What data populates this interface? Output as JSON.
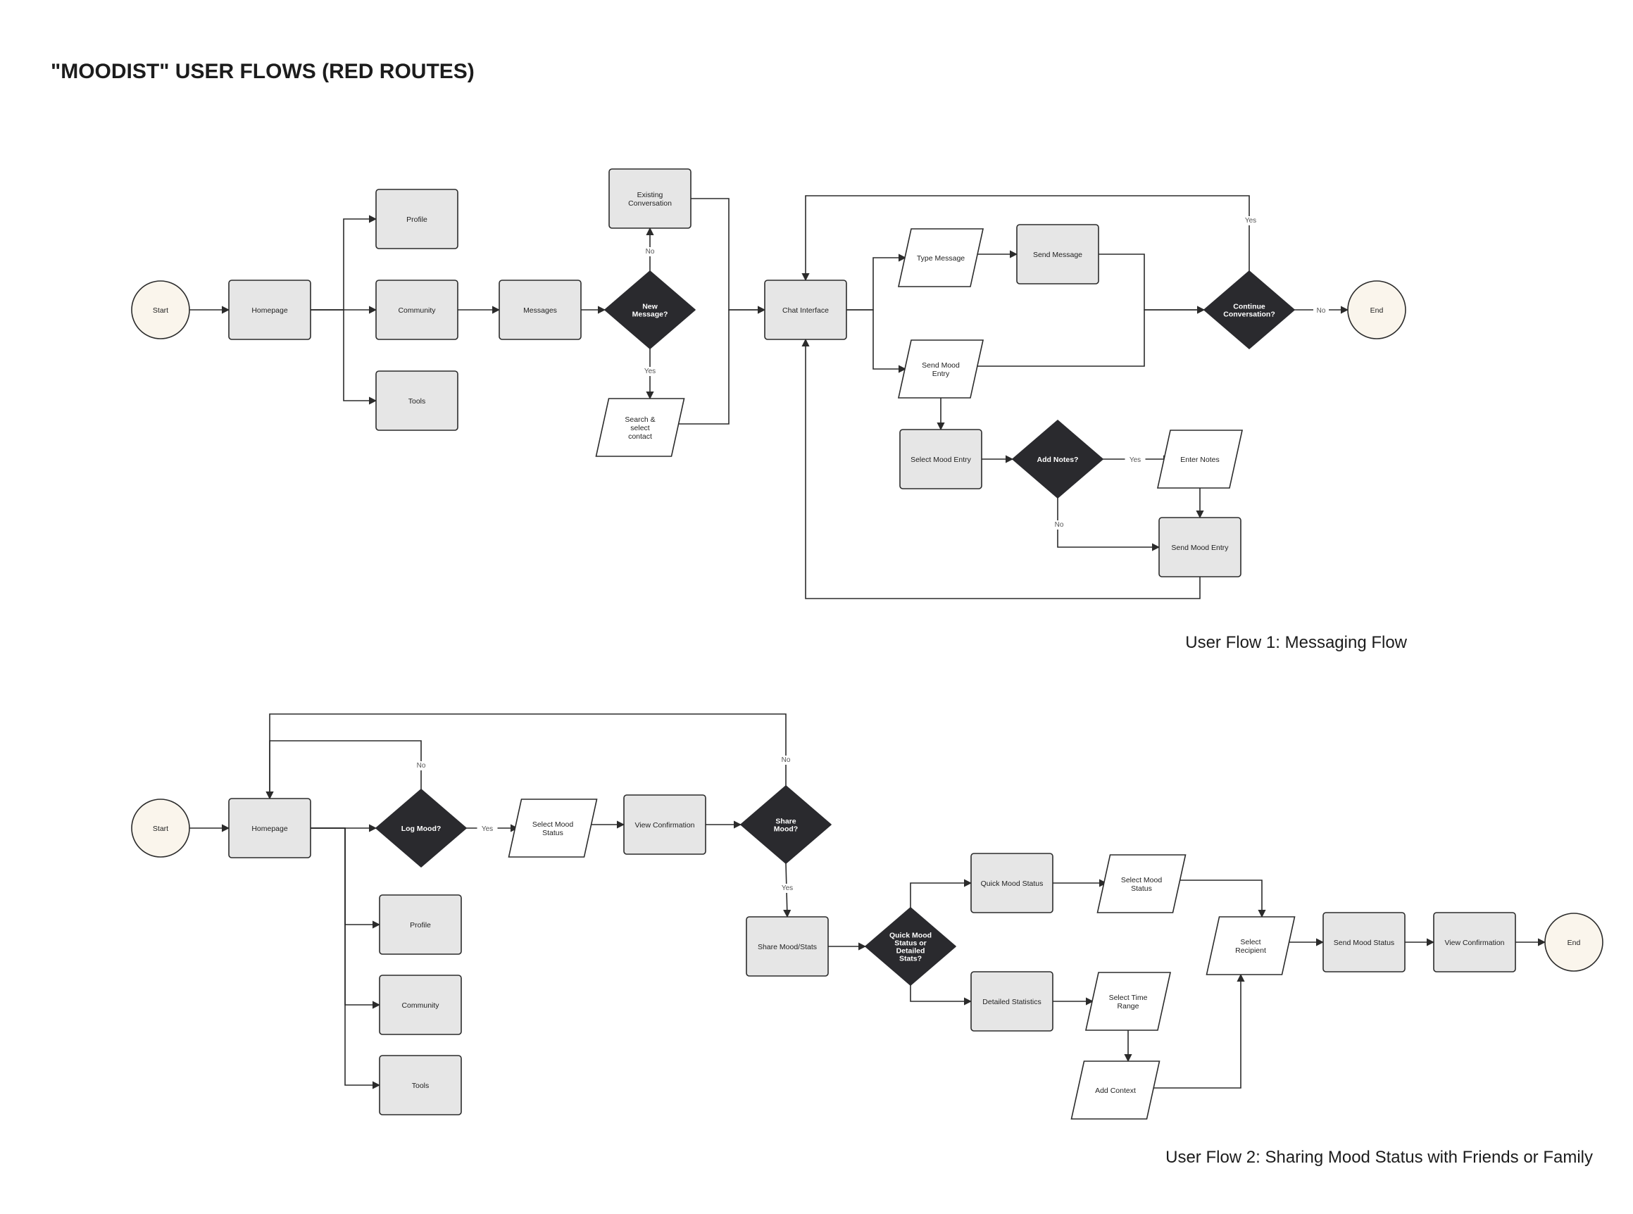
{
  "title": "\"MOODIST\" USER FLOWS (RED ROUTES)",
  "flows": [
    {
      "caption": "User Flow 1: Messaging Flow",
      "nodes": [
        {
          "id": "f1_start",
          "type": "terminal",
          "label": "Start"
        },
        {
          "id": "f1_home",
          "type": "process",
          "label": "Homepage"
        },
        {
          "id": "f1_profile",
          "type": "process",
          "label": "Profile"
        },
        {
          "id": "f1_community",
          "type": "process",
          "label": "Community"
        },
        {
          "id": "f1_tools",
          "type": "process",
          "label": "Tools"
        },
        {
          "id": "f1_messages",
          "type": "process",
          "label": "Messages"
        },
        {
          "id": "f1_newmsg",
          "type": "decision",
          "label": "New Message?"
        },
        {
          "id": "f1_existing",
          "type": "process",
          "label": "Existing Conversation"
        },
        {
          "id": "f1_search",
          "type": "io",
          "label": "Search & select contact"
        },
        {
          "id": "f1_chat",
          "type": "process",
          "label": "Chat Interface"
        },
        {
          "id": "f1_type",
          "type": "io",
          "label": "Type Message"
        },
        {
          "id": "f1_send",
          "type": "process",
          "label": "Send Message"
        },
        {
          "id": "f1_sendmood",
          "type": "io",
          "label": "Send Mood Entry"
        },
        {
          "id": "f1_selectmood",
          "type": "process",
          "label": "Select Mood Entry"
        },
        {
          "id": "f1_addnotes",
          "type": "decision",
          "label": "Add Notes?"
        },
        {
          "id": "f1_enternotes",
          "type": "io",
          "label": "Enter Notes"
        },
        {
          "id": "f1_sendmoodentry",
          "type": "process",
          "label": "Send Mood Entry"
        },
        {
          "id": "f1_continue",
          "type": "decision",
          "label": "Continue Conversation?"
        },
        {
          "id": "f1_end",
          "type": "terminal",
          "label": "End"
        }
      ],
      "edges": [
        {
          "from": "f1_start",
          "to": "f1_home",
          "label": ""
        },
        {
          "from": "f1_home",
          "to": "f1_profile",
          "label": ""
        },
        {
          "from": "f1_home",
          "to": "f1_community",
          "label": ""
        },
        {
          "from": "f1_home",
          "to": "f1_tools",
          "label": ""
        },
        {
          "from": "f1_community",
          "to": "f1_messages",
          "label": ""
        },
        {
          "from": "f1_messages",
          "to": "f1_newmsg",
          "label": ""
        },
        {
          "from": "f1_newmsg",
          "to": "f1_existing",
          "label": "No"
        },
        {
          "from": "f1_newmsg",
          "to": "f1_search",
          "label": "Yes"
        },
        {
          "from": "f1_existing",
          "to": "f1_chat",
          "label": ""
        },
        {
          "from": "f1_search",
          "to": "f1_chat",
          "label": ""
        },
        {
          "from": "f1_chat",
          "to": "f1_type",
          "label": ""
        },
        {
          "from": "f1_chat",
          "to": "f1_sendmood",
          "label": ""
        },
        {
          "from": "f1_type",
          "to": "f1_send",
          "label": ""
        },
        {
          "from": "f1_send",
          "to": "f1_continue",
          "label": ""
        },
        {
          "from": "f1_sendmood",
          "to": "f1_continue",
          "label": ""
        },
        {
          "from": "f1_sendmood",
          "to": "f1_selectmood",
          "label": ""
        },
        {
          "from": "f1_selectmood",
          "to": "f1_addnotes",
          "label": ""
        },
        {
          "from": "f1_addnotes",
          "to": "f1_enternotes",
          "label": "Yes"
        },
        {
          "from": "f1_addnotes",
          "to": "f1_sendmoodentry",
          "label": "No"
        },
        {
          "from": "f1_enternotes",
          "to": "f1_sendmoodentry",
          "label": ""
        },
        {
          "from": "f1_sendmoodentry",
          "to": "f1_chat",
          "label": ""
        },
        {
          "from": "f1_continue",
          "to": "f1_chat",
          "label": "Yes"
        },
        {
          "from": "f1_continue",
          "to": "f1_end",
          "label": "No"
        }
      ]
    },
    {
      "caption": "User Flow 2: Sharing Mood Status with Friends or Family",
      "nodes": [
        {
          "id": "f2_start",
          "type": "terminal",
          "label": "Start"
        },
        {
          "id": "f2_home",
          "type": "process",
          "label": "Homepage"
        },
        {
          "id": "f2_logmood",
          "type": "decision",
          "label": "Log Mood?"
        },
        {
          "id": "f2_selectmoodstatus",
          "type": "io",
          "label": "Select Mood Status"
        },
        {
          "id": "f2_viewconf1",
          "type": "process",
          "label": "View Confirmation"
        },
        {
          "id": "f2_sharemood",
          "type": "decision",
          "label": "Share Mood?"
        },
        {
          "id": "f2_profile",
          "type": "process",
          "label": "Profile"
        },
        {
          "id": "f2_community",
          "type": "process",
          "label": "Community"
        },
        {
          "id": "f2_tools",
          "type": "process",
          "label": "Tools"
        },
        {
          "id": "f2_sharestats",
          "type": "process",
          "label": "Share Mood/Stats"
        },
        {
          "id": "f2_quickordetailed",
          "type": "decision",
          "label": "Quick Mood Status or Detailed Stats?"
        },
        {
          "id": "f2_quickmood",
          "type": "process",
          "label": "Quick Mood Status"
        },
        {
          "id": "f2_selectmoodstatus2",
          "type": "io",
          "label": "Select Mood Status"
        },
        {
          "id": "f2_detailed",
          "type": "process",
          "label": "Detailed Statistics"
        },
        {
          "id": "f2_timerange",
          "type": "io",
          "label": "Select Time Range"
        },
        {
          "id": "f2_addcontext",
          "type": "io",
          "label": "Add Context"
        },
        {
          "id": "f2_recipient",
          "type": "io",
          "label": "Select Recipient"
        },
        {
          "id": "f2_sendstatus",
          "type": "process",
          "label": "Send Mood Status"
        },
        {
          "id": "f2_viewconf2",
          "type": "process",
          "label": "View Confirmation"
        },
        {
          "id": "f2_end",
          "type": "terminal",
          "label": "End"
        }
      ],
      "edges": [
        {
          "from": "f2_start",
          "to": "f2_home",
          "label": ""
        },
        {
          "from": "f2_home",
          "to": "f2_logmood",
          "label": ""
        },
        {
          "from": "f2_home",
          "to": "f2_profile",
          "label": ""
        },
        {
          "from": "f2_home",
          "to": "f2_community",
          "label": ""
        },
        {
          "from": "f2_home",
          "to": "f2_tools",
          "label": ""
        },
        {
          "from": "f2_logmood",
          "to": "f2_selectmoodstatus",
          "label": "Yes"
        },
        {
          "from": "f2_logmood",
          "to": "f2_home",
          "label": "No"
        },
        {
          "from": "f2_selectmoodstatus",
          "to": "f2_viewconf1",
          "label": ""
        },
        {
          "from": "f2_viewconf1",
          "to": "f2_sharemood",
          "label": ""
        },
        {
          "from": "f2_sharemood",
          "to": "f2_home",
          "label": "No"
        },
        {
          "from": "f2_sharemood",
          "to": "f2_sharestats",
          "label": "Yes"
        },
        {
          "from": "f2_sharestats",
          "to": "f2_quickordetailed",
          "label": ""
        },
        {
          "from": "f2_quickordetailed",
          "to": "f2_quickmood",
          "label": ""
        },
        {
          "from": "f2_quickordetailed",
          "to": "f2_detailed",
          "label": ""
        },
        {
          "from": "f2_quickmood",
          "to": "f2_selectmoodstatus2",
          "label": ""
        },
        {
          "from": "f2_selectmoodstatus2",
          "to": "f2_recipient",
          "label": ""
        },
        {
          "from": "f2_detailed",
          "to": "f2_timerange",
          "label": ""
        },
        {
          "from": "f2_timerange",
          "to": "f2_addcontext",
          "label": ""
        },
        {
          "from": "f2_addcontext",
          "to": "f2_recipient",
          "label": ""
        },
        {
          "from": "f2_recipient",
          "to": "f2_sendstatus",
          "label": ""
        },
        {
          "from": "f2_sendstatus",
          "to": "f2_viewconf2",
          "label": ""
        },
        {
          "from": "f2_viewconf2",
          "to": "f2_end",
          "label": ""
        }
      ]
    }
  ],
  "colors": {
    "background": "#ffffff",
    "process_fill": "#e6e6e6",
    "decision_fill": "#2a2a2e",
    "terminal_fill": "#faf5ec",
    "io_fill": "#ffffff",
    "stroke": "#2b2b2b"
  }
}
